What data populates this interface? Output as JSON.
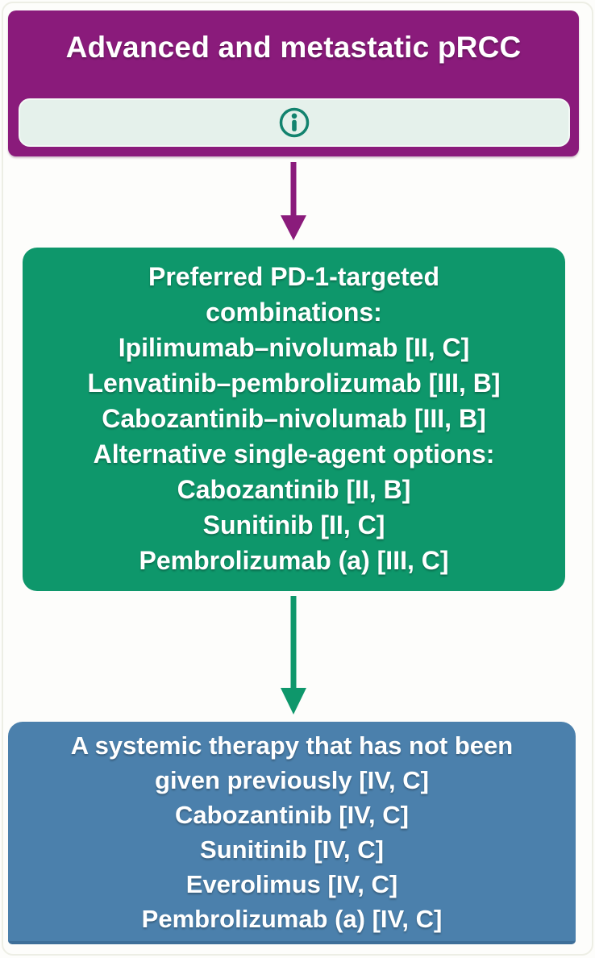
{
  "colors": {
    "purple": "#8A1B7B",
    "green": "#0E976B",
    "blue": "#4B80AC",
    "blue_dark": "#3E6F99",
    "mint": "#E5F1EB",
    "teal": "#12836E",
    "frame": "#EDEEE5",
    "text": "#FFFFFF"
  },
  "top_box": {
    "title": "Advanced and metastatic pRCC",
    "info_icon": "info-circle-i"
  },
  "treatment_box": {
    "lines": [
      "Preferred PD-1-targeted",
      "combinations:",
      "Ipilimumab–nivolumab [II, C]",
      "Lenvatinib–pembrolizumab [III, B]",
      "Cabozantinib–nivolumab [III, B]",
      "Alternative single-agent options:",
      "Cabozantinib [II, B]",
      "Sunitinib [II, C]",
      "Pembrolizumab (a) [III, C]"
    ]
  },
  "second_line_box": {
    "lines": [
      "A systemic therapy that has not been",
      "given previously [IV, C]",
      "Cabozantinib [IV, C]",
      "Sunitinib [IV, C]",
      "Everolimus [IV, C]",
      "Pembrolizumab (a) [IV, C]"
    ]
  }
}
